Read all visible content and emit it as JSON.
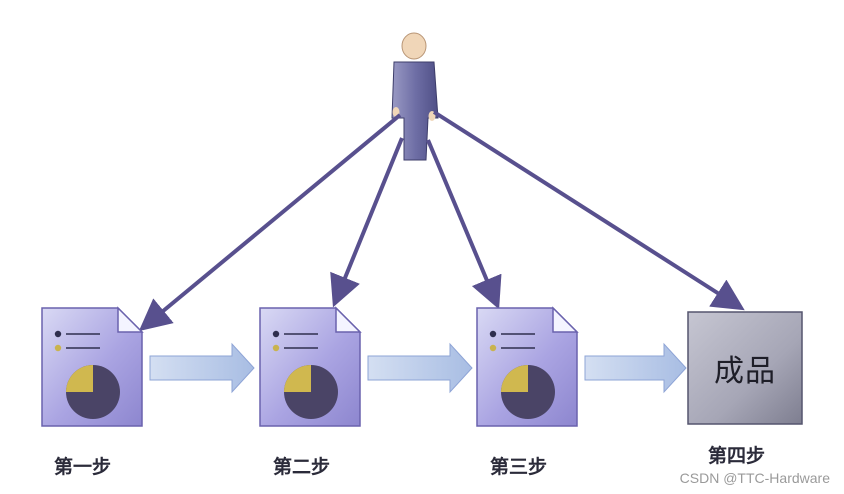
{
  "steps": [
    {
      "label": "第一步"
    },
    {
      "label": "第二步"
    },
    {
      "label": "第三步"
    },
    {
      "label": "第四步"
    }
  ],
  "product_label": "成品",
  "watermark": "CSDN @TTC-Hardware"
}
